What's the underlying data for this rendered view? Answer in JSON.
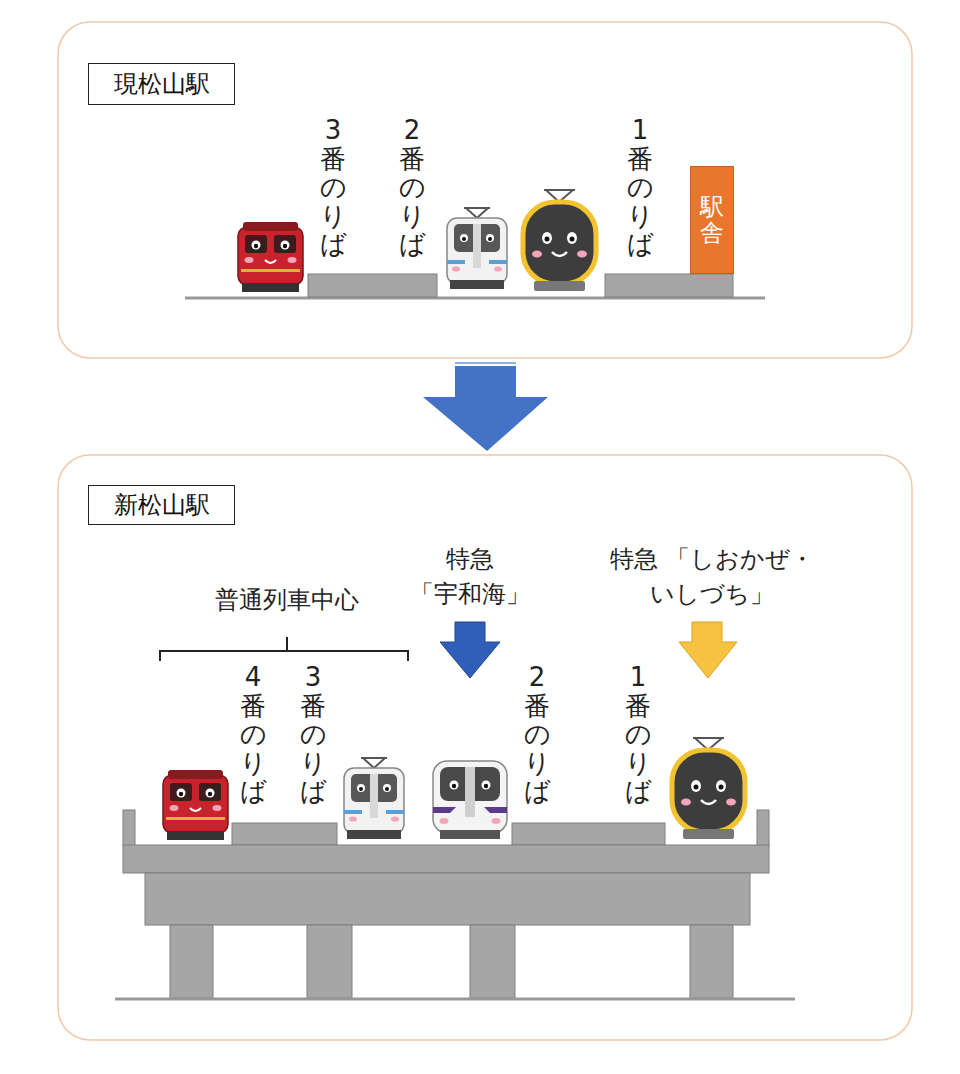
{
  "diagram": {
    "nodes": [
      {
        "text": [
          "現松山駅"
        ]
      },
      {
        "text": [
          "駅舎"
        ]
      },
      {
        "text": [
          "新松山駅"
        ]
      }
    ],
    "labels": [
      "3番のりば",
      "2番のりば",
      "1番のりば",
      "普通列車中心",
      "特急 「宇和海」",
      "特急 「しおかぜ・いしづち」",
      "4番のりば",
      "3番のりば",
      "2番のりば",
      "1番のりば"
    ]
  }
}
